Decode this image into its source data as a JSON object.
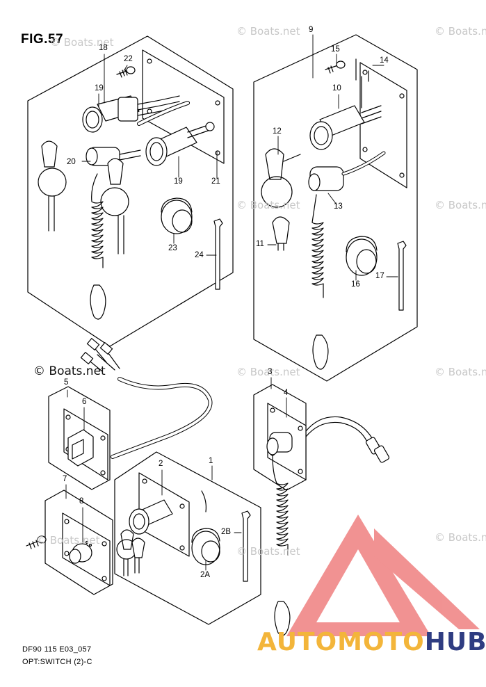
{
  "figure": {
    "title": "FIG.57",
    "code": "DF90 115 E03_057",
    "caption": "OPT:SWITCH (2)-C"
  },
  "watermark": {
    "main": "© Boats.net",
    "faint": "© Boats.net"
  },
  "brand": {
    "part1": "AUTOMOTO",
    "part2": "HUB",
    "accent": "#f3b53a",
    "dark": "#2f3d82",
    "logo_color": "#e63a3a"
  },
  "callouts": {
    "c1": "1",
    "c2": "2",
    "c2a": "2A",
    "c2b": "2B",
    "c3": "3",
    "c4": "4",
    "c5": "5",
    "c6": "6",
    "c7": "7",
    "c8": "8",
    "c9": "9",
    "c10": "10",
    "c11": "11",
    "c12": "12",
    "c13": "13",
    "c14": "14",
    "c15": "15",
    "c16": "16",
    "c17": "17",
    "c18": "18",
    "c19a": "19",
    "c19b": "19",
    "c20": "20",
    "c21": "21",
    "c22": "22",
    "c23": "23",
    "c24": "24"
  }
}
